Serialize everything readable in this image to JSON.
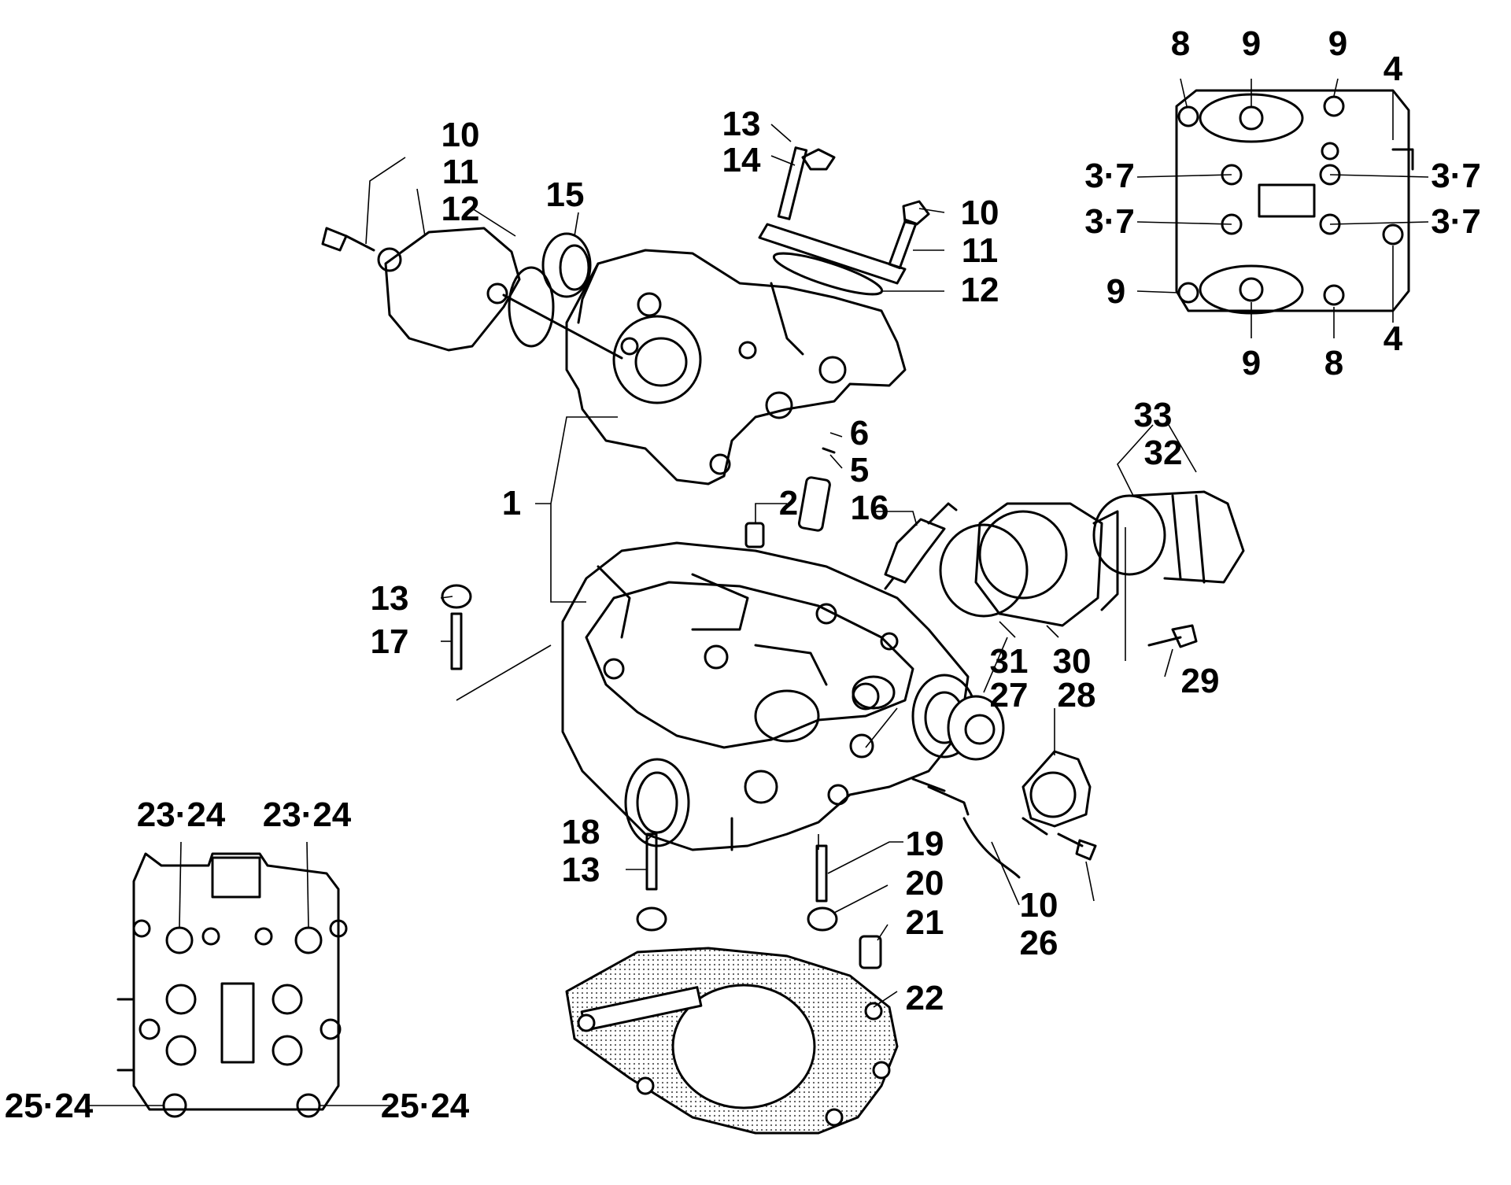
{
  "callouts": [
    "1",
    "2",
    "3·7",
    "3·7",
    "3·7",
    "3·7",
    "4",
    "4",
    "5",
    "6",
    "8",
    "8",
    "9",
    "9",
    "9",
    "9",
    "10",
    "10",
    "10",
    "11",
    "11",
    "12",
    "12",
    "13",
    "13",
    "13",
    "14",
    "15",
    "16",
    "17",
    "18",
    "19",
    "20",
    "21",
    "22",
    "23·24",
    "23·24",
    "25·24",
    "25·24",
    "26",
    "27",
    "28",
    "29",
    "30",
    "31",
    "32",
    "33"
  ]
}
